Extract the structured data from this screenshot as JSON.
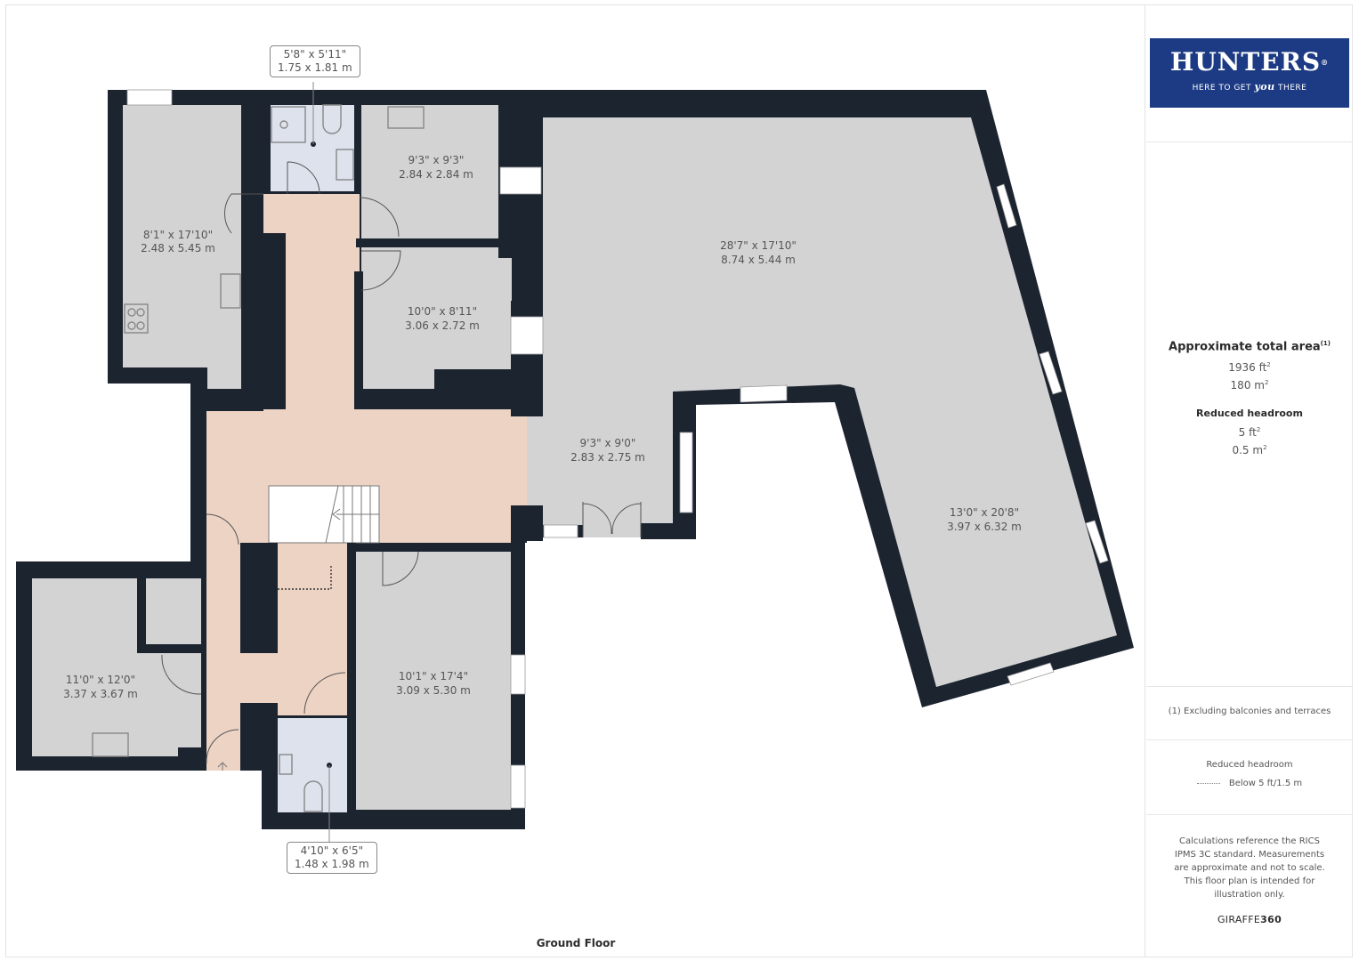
{
  "plan": {
    "floor_label": "Ground Floor",
    "colors": {
      "wall": "#1c2430",
      "room_floor": "#d3d3d3",
      "hallway_floor": "#edd3c4",
      "wet_room_floor": "#dde2ec",
      "window": "#ffffff",
      "background": "#ffffff"
    },
    "rooms": [
      {
        "id": "kitchen",
        "imperial": "8'1\" x 17'10\"",
        "metric": "2.48 x 5.45 m"
      },
      {
        "id": "shower-room",
        "imperial": "5'8\" x 5'11\"",
        "metric": "1.75 x 1.81 m"
      },
      {
        "id": "bedroom-top",
        "imperial": "9'3\" x 9'3\"",
        "metric": "2.84 x 2.84 m"
      },
      {
        "id": "room-middle",
        "imperial": "10'0\" x 8'11\"",
        "metric": "3.06 x 2.72 m"
      },
      {
        "id": "living-large",
        "imperial": "28'7\" x 17'10\"",
        "metric": "8.74 x 5.44 m"
      },
      {
        "id": "dining",
        "imperial": "9'3\" x 9'0\"",
        "metric": "2.83 x 2.75 m"
      },
      {
        "id": "wing-room",
        "imperial": "13'0\" x 20'8\"",
        "metric": "3.97 x 6.32 m"
      },
      {
        "id": "bedroom-left",
        "imperial": "11'0\" x 12'0\"",
        "metric": "3.37 x 3.67 m"
      },
      {
        "id": "bedroom-bottom",
        "imperial": "10'1\" x 17'4\"",
        "metric": "3.09 x 5.30 m"
      },
      {
        "id": "wc",
        "imperial": "4'10\" x 6'5\"",
        "metric": "1.48 x 1.98 m"
      }
    ]
  },
  "sidebar": {
    "logo": {
      "name": "HUNTERS",
      "registered": "®",
      "tagline_pre": "HERE TO GET ",
      "tagline_em": "you",
      "tagline_post": " THERE",
      "bg_color": "#1d3b84"
    },
    "area": {
      "title": "Approximate total area",
      "footnote_ref": "(1)",
      "total_ft": "1936 ft",
      "total_m": "180 m",
      "sq": "2",
      "reduced_title": "Reduced headroom",
      "reduced_ft": "5 ft",
      "reduced_m": "0.5 m"
    },
    "footnote": "(1) Excluding balconies and terraces",
    "legend": {
      "title": "Reduced headroom",
      "item": "Below 5 ft/1.5 m"
    },
    "disclaimer": "Calculations reference the RICS IPMS 3C standard. Measurements are approximate and not to scale. This floor plan is intended for illustration only.",
    "brand": {
      "pre": "GIRAFFE",
      "post": "360"
    }
  }
}
